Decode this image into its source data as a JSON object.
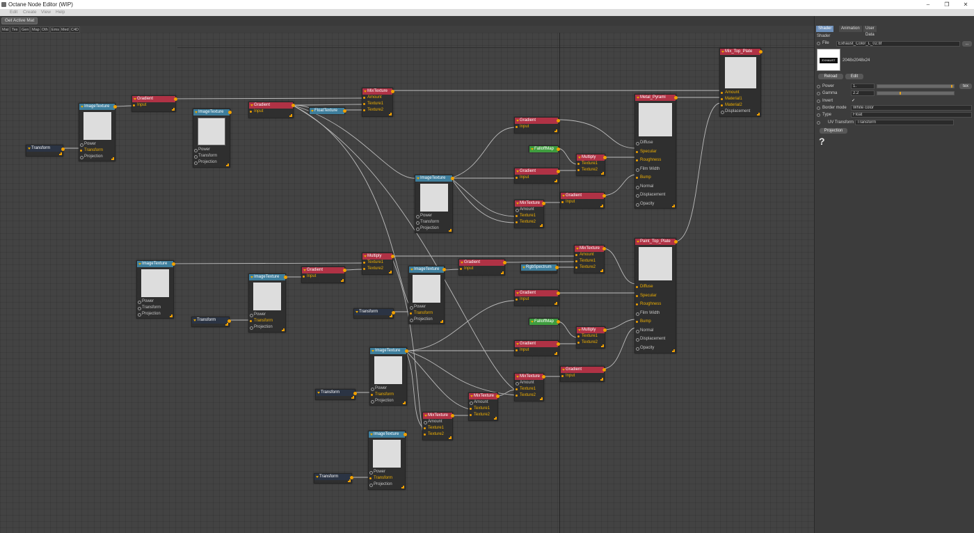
{
  "window": {
    "title": "Octane Node Editor (WIP)",
    "controls": [
      "–",
      "❐",
      "✕"
    ]
  },
  "menu": [
    "Edit",
    "Create",
    "View",
    "Help"
  ],
  "toolbar": {
    "get_active_mat": "Get Active Mat"
  },
  "category_tabs": [
    "Mat",
    "Tex",
    "Gen",
    "Map",
    "Oth",
    "Ems",
    "Med",
    "C4D"
  ],
  "nodes": {
    "imgtex1": {
      "title": "ImageTexture",
      "p1": "Power",
      "p2": "Transform",
      "p3": "Projection"
    },
    "transform1": {
      "title": "Transform"
    },
    "gradient1": {
      "title": "Gradient",
      "input": "Input"
    },
    "imgtex2": {
      "title": "ImageTexture",
      "p1": "Power",
      "p2": "Transform",
      "p3": "Projection"
    },
    "gradient2": {
      "title": "Gradient",
      "input": "Input"
    },
    "floattex": {
      "title": "FloatTexture"
    },
    "mixtex1": {
      "title": "MixTexture",
      "a": "Amount",
      "t1": "Texture1",
      "t2": "Texture2"
    },
    "mix_top_plate": {
      "title": "Mix_Top_Plate",
      "a": "Amount",
      "m1": "Material1",
      "m2": "Material2",
      "d": "Displacement"
    },
    "metal_pyrami": {
      "title": "Metal_Pyrami",
      "r1": "Diffuse",
      "r2": "Specular",
      "r3": "Roughness",
      "r4": "Film Width",
      "r5": "Bump",
      "r6": "Normal",
      "r7": "Displacement",
      "r8": "Opacity"
    },
    "gradient3": {
      "title": "Gradient",
      "input": "Input"
    },
    "falloff1": {
      "title": "FalloffMap"
    },
    "multiply1": {
      "title": "Multiply",
      "t1": "Texture1",
      "t2": "Texture2"
    },
    "imgtex3": {
      "title": "ImageTexture",
      "p1": "Power",
      "p2": "Transform",
      "p3": "Projection"
    },
    "gradient4": {
      "title": "Gradient",
      "input": "Input"
    },
    "gradient5": {
      "title": "Gradient",
      "input": "Input"
    },
    "mixtex2": {
      "title": "MixTexture",
      "a": "Amount",
      "t1": "Texture1",
      "t2": "Texture2"
    },
    "imgtex4": {
      "title": "ImageTexture",
      "p1": "Power",
      "p2": "Transform",
      "p3": "Projection"
    },
    "multiply2": {
      "title": "Multiply",
      "t1": "Texture1",
      "t2": "Texture2"
    },
    "gradient6": {
      "title": "Gradient",
      "input": "Input"
    },
    "imgtex5": {
      "title": "ImageTexture",
      "p1": "Power",
      "p2": "Transform",
      "p3": "Projection"
    },
    "transform2": {
      "title": "Transform"
    },
    "imgtex6": {
      "title": "ImageTexture",
      "p1": "Power",
      "p2": "Transform",
      "p3": "Projection"
    },
    "transform3": {
      "title": "Transform"
    },
    "gradient7": {
      "title": "Gradient",
      "input": "Input"
    },
    "rgbspectrum": {
      "title": "RgbSpectrum"
    },
    "mixtex3": {
      "title": "MixTexture",
      "a": "Amount",
      "t1": "Texture1",
      "t2": "Texture2"
    },
    "paint_top_plate": {
      "title": "Paint_Top_Plate",
      "r1": "Diffuse",
      "r2": "Specular",
      "r3": "Roughness",
      "r4": "Film Width",
      "r5": "Bump",
      "r6": "Normal",
      "r7": "Displacement",
      "r8": "Opacity"
    },
    "gradient8": {
      "title": "Gradient",
      "input": "Input"
    },
    "falloff2": {
      "title": "FalloffMap"
    },
    "multiply3": {
      "title": "Multiply",
      "t1": "Texture1",
      "t2": "Texture2"
    },
    "gradient9": {
      "title": "Gradient",
      "input": "Input"
    },
    "imgtex7": {
      "title": "ImageTexture",
      "p1": "Power",
      "p2": "Transform",
      "p3": "Projection"
    },
    "transform4": {
      "title": "Transform"
    },
    "gradient10": {
      "title": "Gradient",
      "input": "Input"
    },
    "mixtex4": {
      "title": "MixTexture",
      "a": "Amount",
      "t1": "Texture1",
      "t2": "Texture2"
    },
    "mixtex5": {
      "title": "MixTexture",
      "a": "Amount",
      "t1": "Texture1",
      "t2": "Texture2"
    },
    "mixtex6": {
      "title": "MixTexture",
      "a": "Amount",
      "t1": "Texture1",
      "t2": "Texture2"
    },
    "imgtex8": {
      "title": "ImageTexture",
      "p1": "Power",
      "p2": "Transform",
      "p3": "Projection"
    },
    "transform5": {
      "title": "Transform"
    }
  },
  "panel": {
    "tabs": [
      "Shader",
      "Animation",
      "User Data"
    ],
    "section": "Shader",
    "file_label": "File",
    "file_value": "Exhaust_Color_L_02.tif",
    "browse": "...",
    "image_info": "2048x2048x24",
    "thumb_text": "EXHAUST",
    "reload": "Reload",
    "edit": "Edit",
    "power_label": "Power",
    "power_value": "1.",
    "power_slider": 0.98,
    "tex": "tex",
    "gamma_label": "Gamma",
    "gamma_value": "2.2",
    "gamma_slider": 0.3,
    "invert_label": "Invert",
    "invert_value": "✓",
    "border_label": "Border mode",
    "border_value": "White color",
    "type_label": "Type",
    "type_value": "Float",
    "uv_label": "UV Transform",
    "uv_value": "Transform",
    "projection": "Projection",
    "help": "?"
  },
  "colors": {
    "header_red": "#b03245",
    "header_blue": "#3e7e9c",
    "header_green": "#3f9d3f",
    "pin_orange": "#f0a000",
    "panel_tab_active": "#6e90ba"
  }
}
